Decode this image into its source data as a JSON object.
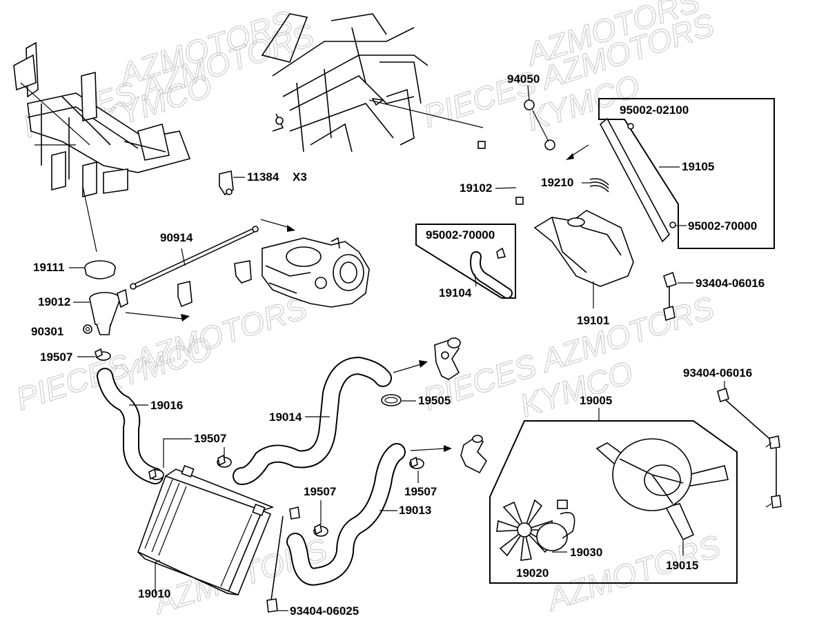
{
  "watermarks": [
    "AZMOTORS",
    "PIECES AZMOTORS",
    "KYMCO",
    "AZMOTORS",
    "PIECES AZMOTORS",
    "KYMCO",
    "PIECES AZMOTORS",
    "KYMCO",
    "PIECES AZMOTORS",
    "KYMCO",
    "AZMOTORS",
    "AZMOTORS"
  ],
  "labels": {
    "p94050": "94050",
    "p95002_02100": "95002-02100",
    "p19105": "19105",
    "p19210": "19210",
    "p19102": "19102",
    "p11384": "11384",
    "x3": "X3",
    "p90914": "90914",
    "p95002_70000_a": "95002-70000",
    "p95002_70000_b": "95002-70000",
    "p19104": "19104",
    "p19101": "19101",
    "p93404_06016_a": "93404-06016",
    "p19111": "19111",
    "p19012": "19012",
    "p90301": "90301",
    "p19507_a": "19507",
    "p19016": "19016",
    "p19014": "19014",
    "p19505": "19505",
    "p93404_06016_b": "93404-06016",
    "p19005": "19005",
    "p19507_b": "19507",
    "p19507_c": "19507",
    "p19507_d": "19507",
    "p19013": "19013",
    "p19030": "19030",
    "p19020": "19020",
    "p19015": "19015",
    "p19010": "19010",
    "p93404_06025": "93404-06025"
  }
}
